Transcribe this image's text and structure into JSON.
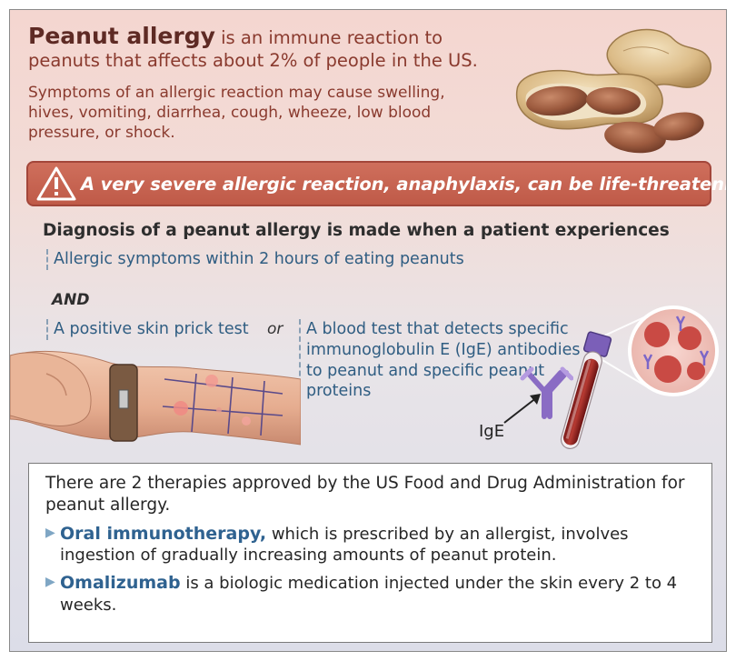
{
  "header": {
    "title_bold": "Peanut allergy",
    "title_rest": " is an immune reaction to peanuts that affects about 2% of people in the US.",
    "symptoms": "Symptoms of an allergic reaction may cause swelling, hives, vomiting, diarrhea, cough, wheeze, low blood pressure, or shock."
  },
  "warning": {
    "text": "A very severe allergic reaction, anaphylaxis, can be life-threatening.",
    "icon": "warning-triangle-icon"
  },
  "diagnosis": {
    "heading": "Diagnosis of a peanut allergy is made when a patient experiences",
    "criterion_1": "Allergic symptoms within 2 hours of eating peanuts",
    "and_label": "AND",
    "criterion_2": "A positive skin prick test",
    "or_label": "or",
    "criterion_3": "A blood test that detects specific immunoglobulin E (IgE) antibodies to peanut and specific peanut proteins",
    "ige_label": "IgE"
  },
  "therapies": {
    "intro": "There are 2 therapies approved by the US Food and Drug Administration for peanut allergy.",
    "items": [
      {
        "name": "Oral immunotherapy,",
        "text": " which is prescribed by an allergist, involves ingestion of gradually increasing amounts of peanut protein."
      },
      {
        "name": "Omalizumab",
        "text": " is a biologic medication injected under the skin every 2 to 4 weeks."
      }
    ]
  },
  "colors": {
    "title_red": "#8a3a2e",
    "warning_bg": "#c5604d",
    "criteria_blue": "#2f5d82",
    "therapy_blue": "#2f6290"
  }
}
